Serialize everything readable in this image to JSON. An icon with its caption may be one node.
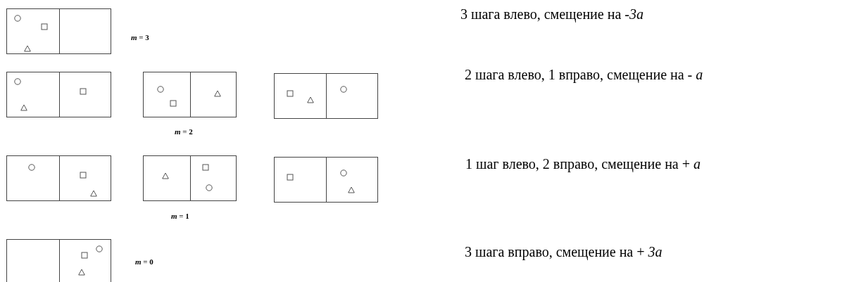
{
  "diagram": {
    "nodes": [
      {
        "text": [],
        "shape": "box"
      },
      {
        "text": [],
        "shape": "box"
      },
      {
        "text": [],
        "shape": "box"
      },
      {
        "text": [],
        "shape": "box"
      },
      {
        "text": [],
        "shape": "box"
      },
      {
        "text": [],
        "shape": "box"
      },
      {
        "text": [],
        "shape": "box"
      },
      {
        "text": [],
        "shape": "box"
      }
    ],
    "labels": [
      "3 шага влево, смещение на -*3a*",
      "*m* = 3",
      "2 шага влево, 1 вправо, смещение на - *a*",
      "*m* = 2",
      "1 шаг влево, 2 вправо, смещение на + *a*",
      "*m* = 1",
      "*m* = 0",
      "3 шага вправо, смещение на + *3a*"
    ]
  }
}
